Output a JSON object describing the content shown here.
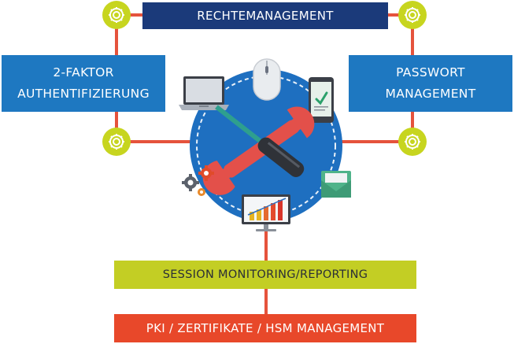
{
  "nodes": {
    "rechte": {
      "label": "RECHTEMANAGEMENT"
    },
    "two_factor": {
      "line1": "2-FAKTOR",
      "line2": "AUTHENTIFIZIERUNG"
    },
    "passwort": {
      "line1": "PASSWORT",
      "line2": "MANAGEMENT"
    },
    "session": {
      "label": "SESSION MONITORING/REPORTING"
    },
    "pki": {
      "label": "PKI / ZERTIFIKATE / HSM MANAGEMENT"
    }
  },
  "colors": {
    "navy": "#1b3a7a",
    "blue": "#1e78c1",
    "lime": "#c3ce24",
    "red": "#e8482a",
    "connector": "#e5533c",
    "gear": "#c7d51f",
    "hub": "#1e6fc0"
  },
  "icons": {
    "gears": [
      "gear-icon",
      "gear-icon",
      "gear-icon",
      "gear-icon"
    ],
    "hub": [
      "laptop-icon",
      "mouse-icon",
      "smartphone-icon",
      "wrench-icon",
      "screwdriver-icon",
      "envelope-icon",
      "chart-monitor-icon",
      "cogs-icon"
    ]
  }
}
